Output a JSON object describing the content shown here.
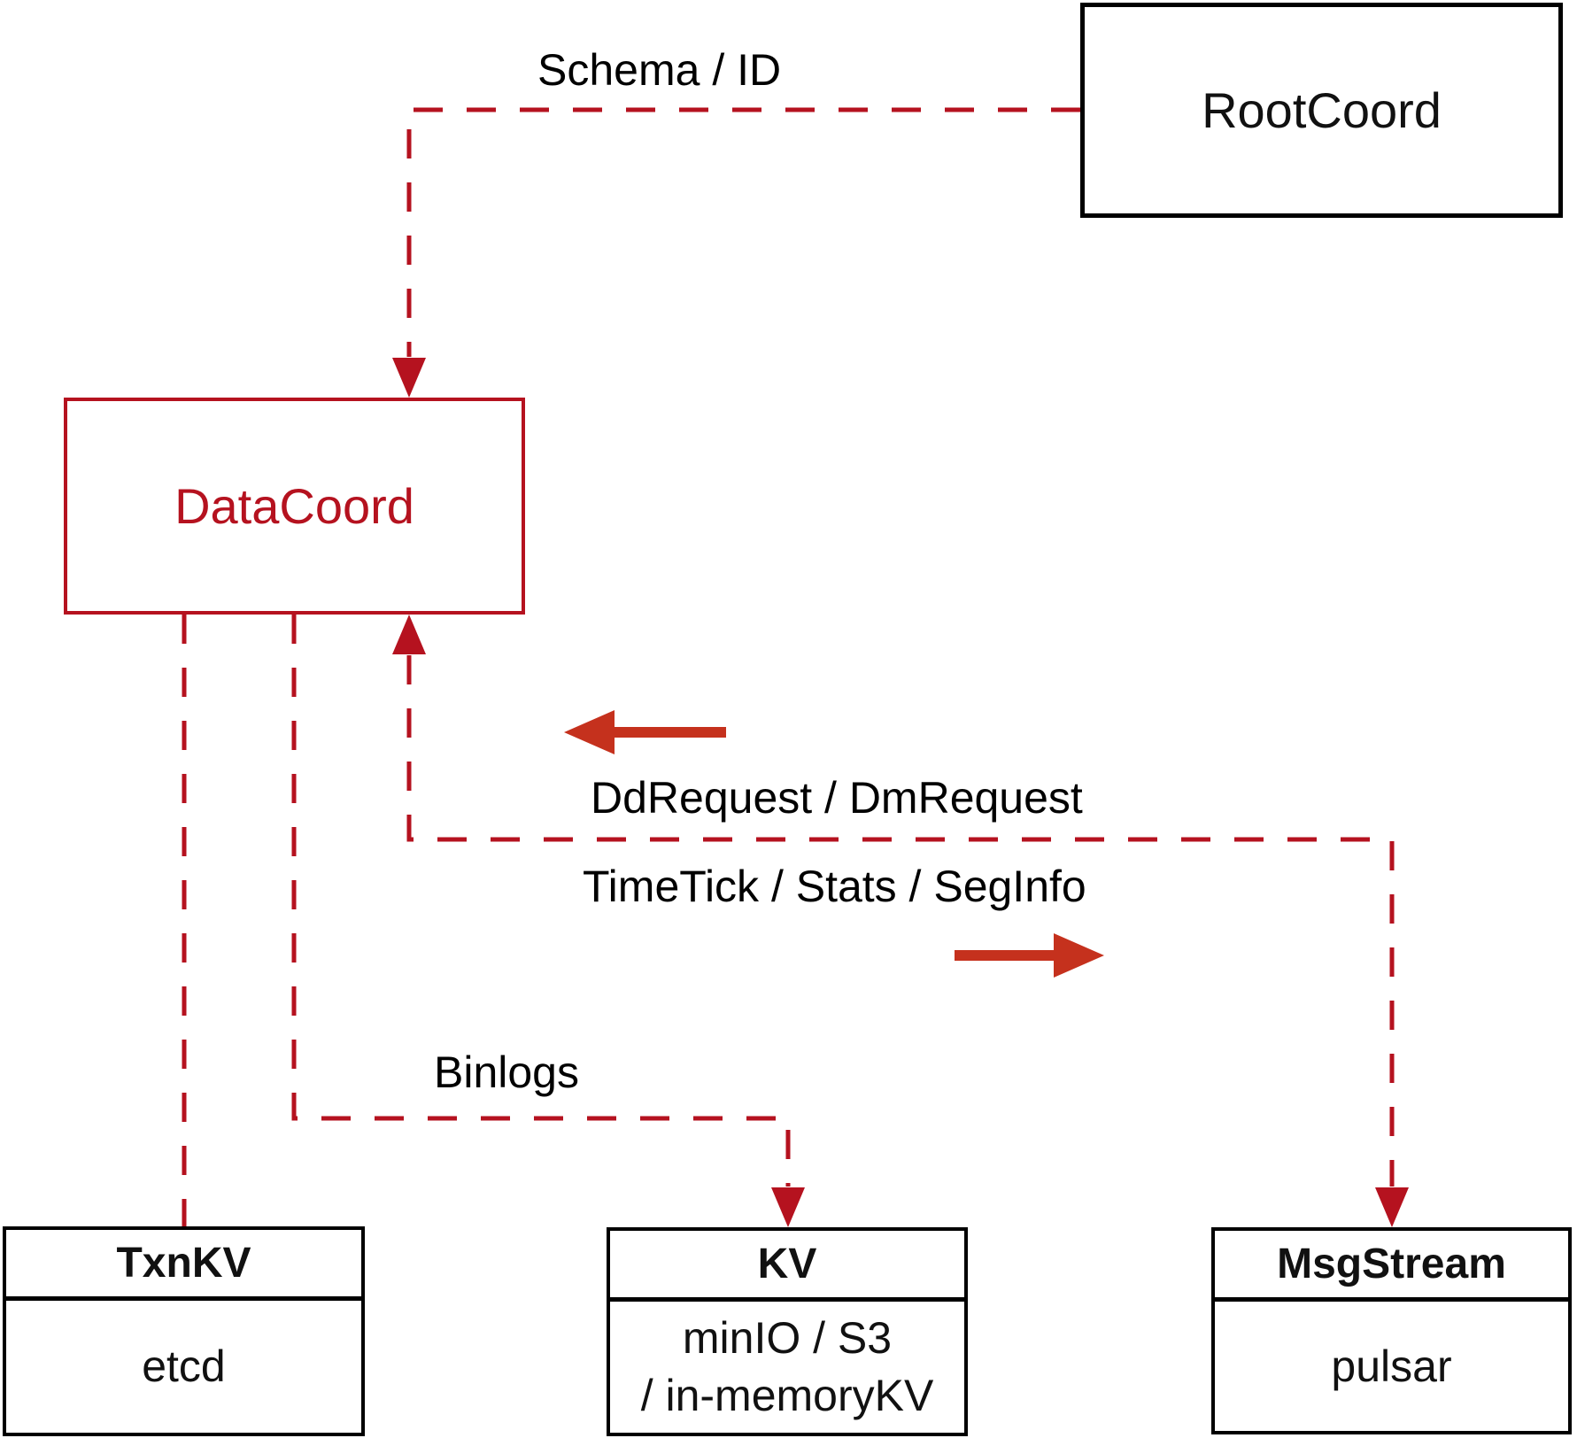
{
  "nodes": {
    "rootcoord": {
      "label": "RootCoord"
    },
    "datacoord": {
      "label": "DataCoord"
    },
    "txnkv": {
      "title": "TxnKV",
      "body": "etcd"
    },
    "kv": {
      "title": "KV",
      "body_line1": "minIO / S3",
      "body_line2": "/ in-memoryKV"
    },
    "msgstream": {
      "title": "MsgStream",
      "body": "pulsar"
    }
  },
  "edge_labels": {
    "schema_id": "Schema / ID",
    "dd_request": "DdRequest / DmRequest",
    "time_tick": "TimeTick / Stats / SegInfo",
    "binlogs": "Binlogs"
  },
  "colors": {
    "connector_crimson": "#b5121f",
    "solid_arrow_red": "#c5311d",
    "box_border_black": "#000000"
  }
}
